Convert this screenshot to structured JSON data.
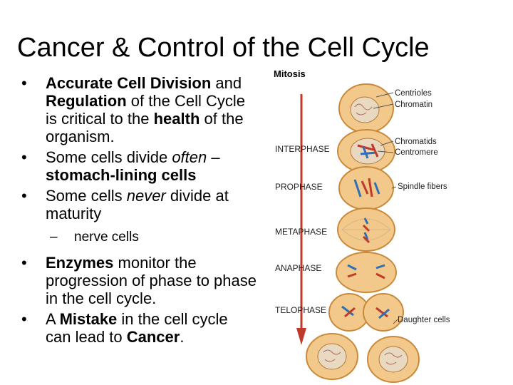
{
  "slide": {
    "title": "Cancer & Control of the Cell Cycle",
    "bullets": [
      {
        "parts": [
          {
            "text": "Accurate Cell Division",
            "bold": true
          },
          {
            "text": " and "
          },
          {
            "text": "Regulation",
            "bold": true
          },
          {
            "text": " of the Cell Cycle is critical to the "
          },
          {
            "text": "health",
            "bold": true
          },
          {
            "text": " of the organism."
          }
        ]
      },
      {
        "parts": [
          {
            "text": "Some cells divide "
          },
          {
            "text": "often",
            "italic": true
          },
          {
            "text": " – "
          },
          {
            "text": "stomach-lining cells",
            "bold": true
          }
        ]
      },
      {
        "parts": [
          {
            "text": "Some cells "
          },
          {
            "text": "never",
            "italic": true
          },
          {
            "text": " divide at maturity"
          }
        ]
      }
    ],
    "sub_bullet": {
      "dash": "–",
      "text": "nerve cells"
    },
    "bullets_after": [
      {
        "parts": [
          {
            "text": "Enzymes",
            "bold": true
          },
          {
            "text": " monitor the progression of phase to phase in the cell cycle."
          }
        ]
      },
      {
        "parts": [
          {
            "text": "A "
          },
          {
            "text": "Mistake",
            "bold": true
          },
          {
            "text": " in the cell cycle can lead to "
          },
          {
            "text": "Cancer",
            "bold": true
          },
          {
            "text": "."
          }
        ]
      }
    ]
  },
  "diagram": {
    "heading": "Mitosis",
    "phases": {
      "interphase": "INTERPHASE",
      "prophase": "PROPHASE",
      "metaphase": "METAPHASE",
      "anaphase": "ANAPHASE",
      "telophase": "TELOPHASE"
    },
    "callouts": {
      "centrioles": "Centrioles",
      "chromatin": "Chromatin",
      "chromatids": "Chromatids",
      "centromere": "Centromere",
      "spindle": "Spindle fibers",
      "daughter": "Daughter cells"
    },
    "colors": {
      "cell_fill": "#f2c98a",
      "cell_edge": "#c98a3c",
      "arrow": "#c0392b",
      "chromosome_red": "#c0392b",
      "chromosome_blue": "#2e6fb5"
    }
  }
}
